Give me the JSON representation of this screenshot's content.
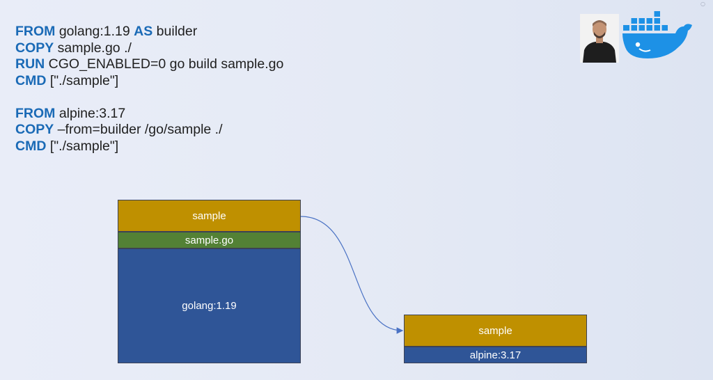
{
  "code": {
    "stage1": [
      {
        "kw": "FROM",
        "pre": "",
        "text": " golang:1.19 ",
        "kw2": "AS",
        "rest": " builder"
      },
      {
        "kw": "COPY",
        "pre": "",
        "text": " sample.go ./",
        "kw2": "",
        "rest": ""
      },
      {
        "kw": "RUN",
        "pre": "",
        "text": " CGO_ENABLED=0 go build sample.go",
        "kw2": "",
        "rest": ""
      },
      {
        "kw": "CMD",
        "pre": "",
        "text": " [\"./sample\"]",
        "kw2": "",
        "rest": ""
      }
    ],
    "stage2": [
      {
        "kw": "FROM",
        "text": " alpine:3.17"
      },
      {
        "kw": "COPY",
        "text": " –from=builder /go/sample ./"
      },
      {
        "kw": "CMD",
        "text": " [\"./sample\"]"
      }
    ]
  },
  "builder_stack": {
    "top": "sample",
    "middle": "sample.go",
    "base": "golang:1.19"
  },
  "final_stack": {
    "top": "sample",
    "base": "alpine:3.17"
  },
  "colors": {
    "keyword": "#1a6ab6",
    "gold_layer": "#bf9000",
    "green_layer": "#538135",
    "blue_layer": "#2f5597",
    "arrow": "#4a72c4",
    "docker_blue": "#1d91e6"
  },
  "icons": {
    "presenter": "presenter-avatar",
    "logo": "docker-whale-icon"
  }
}
